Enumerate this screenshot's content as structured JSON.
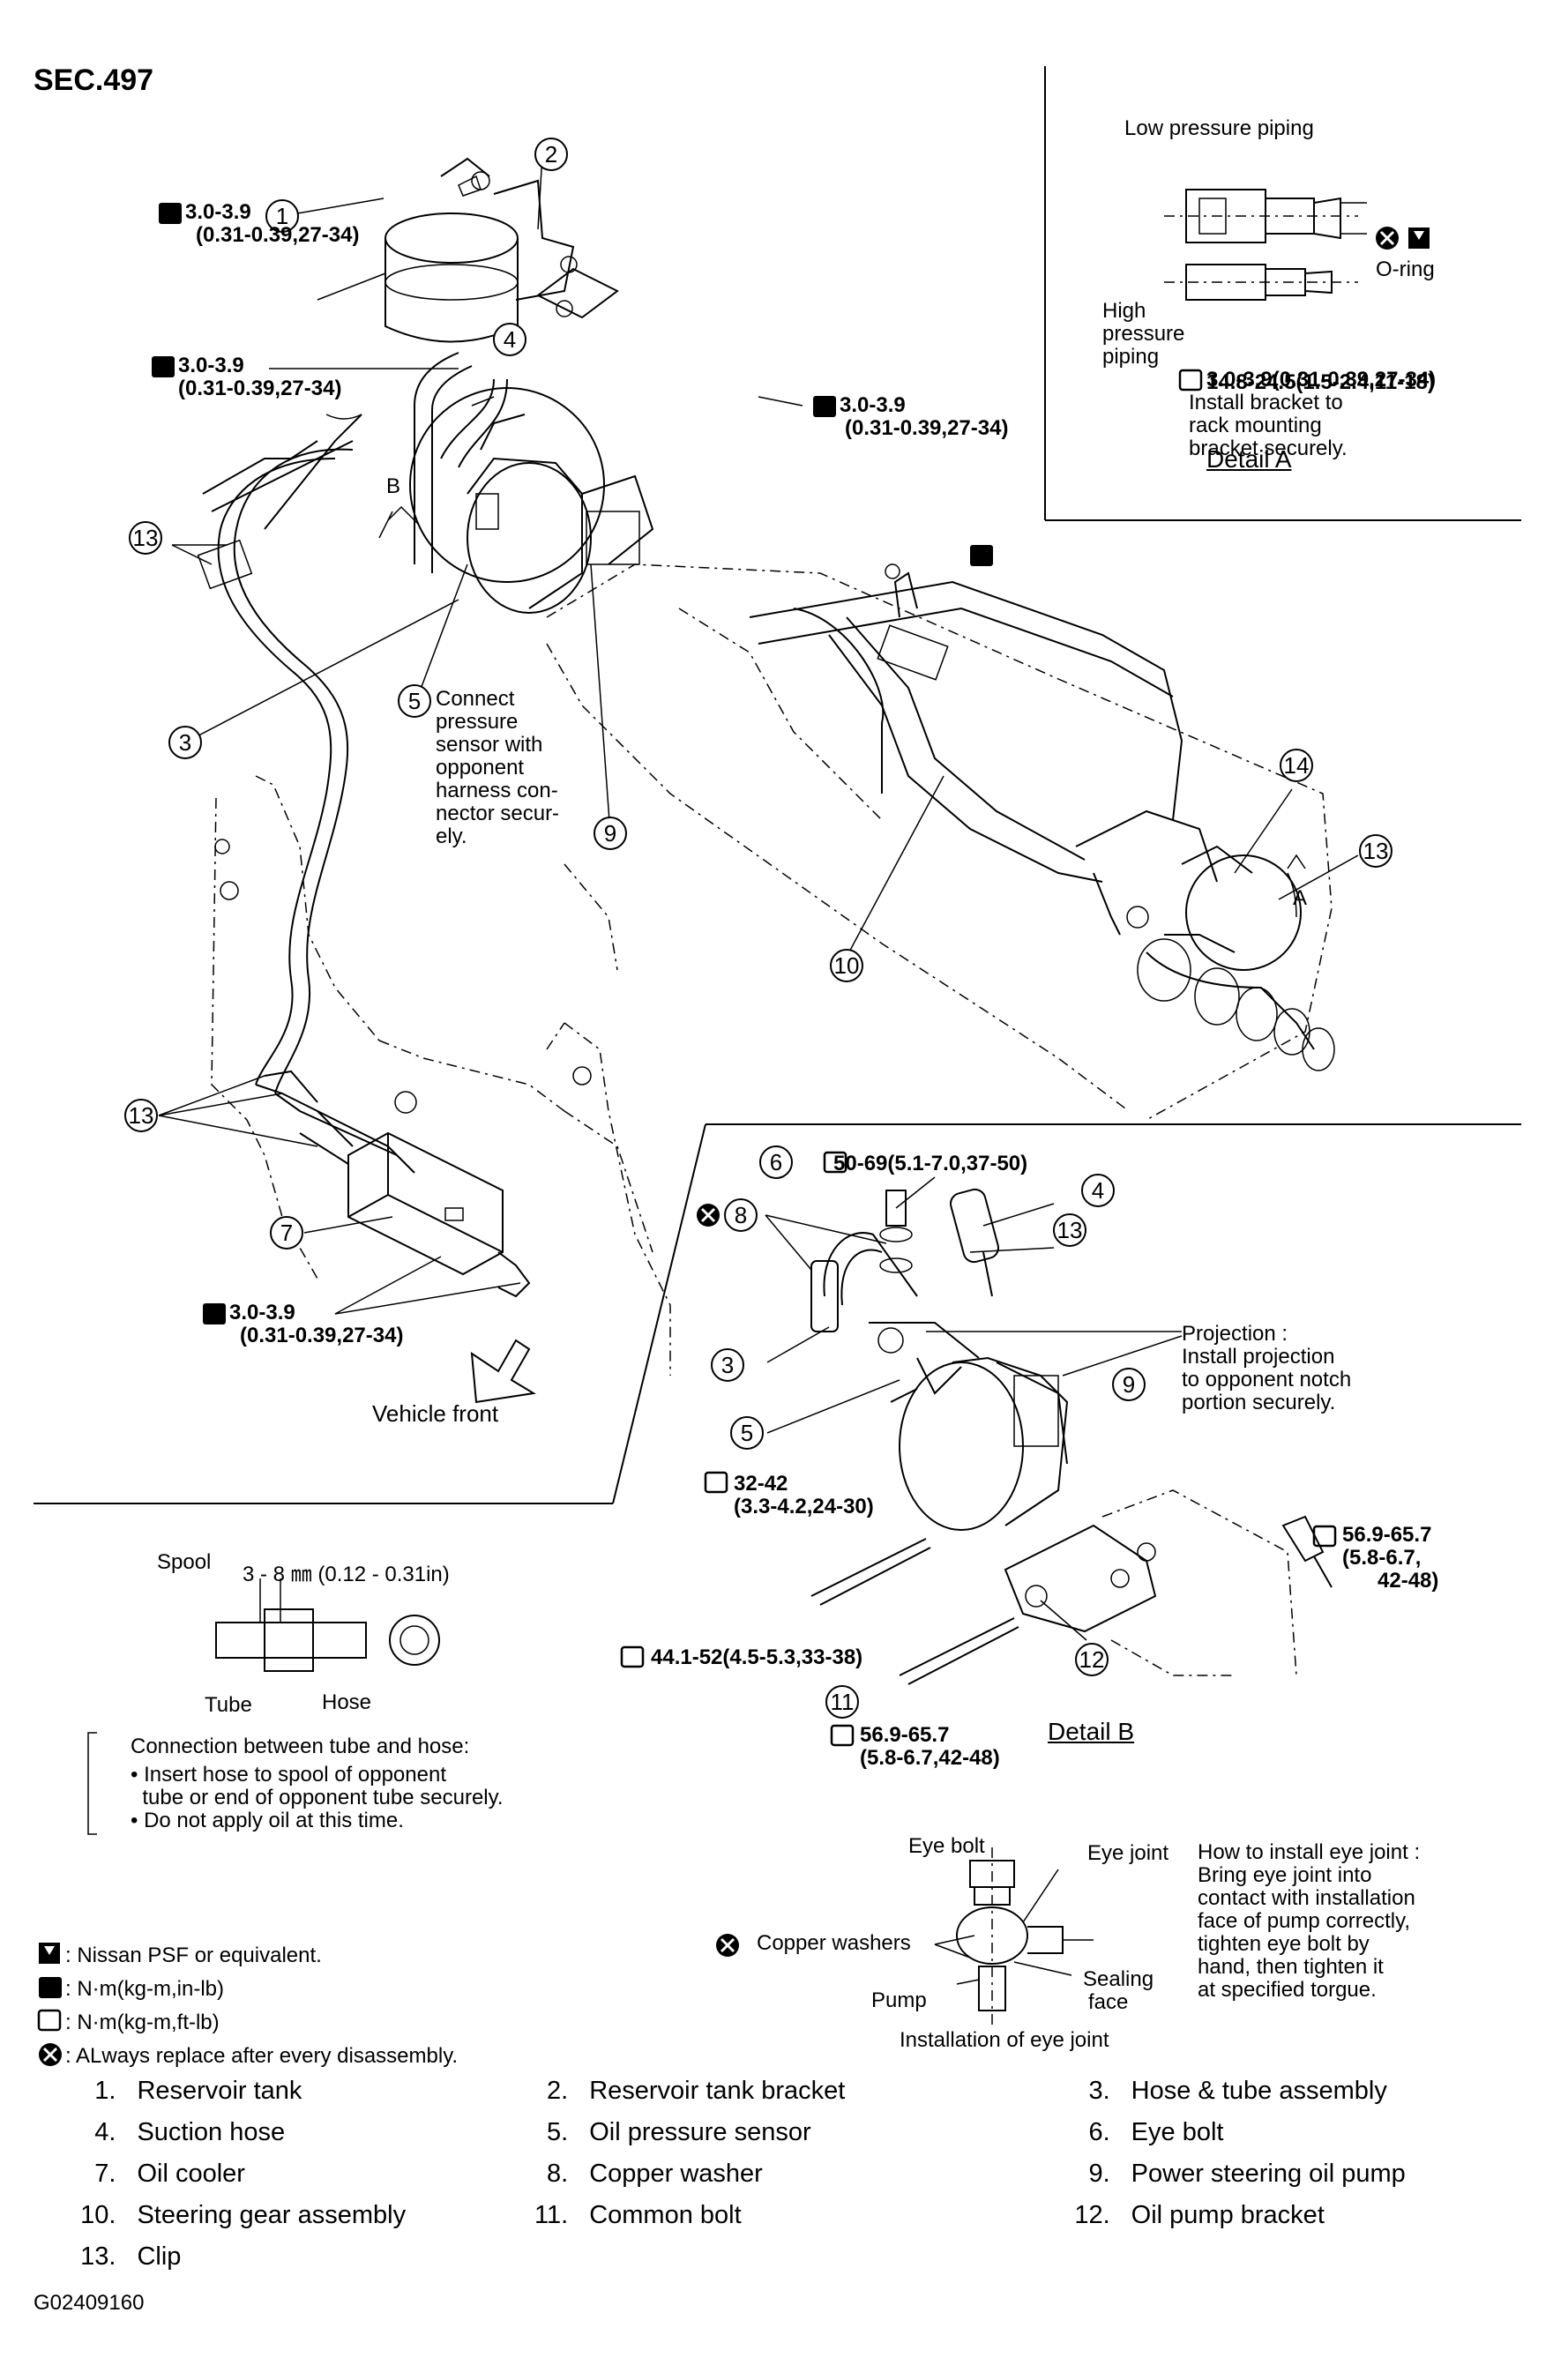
{
  "section": "SEC.497",
  "figure_id": "G02409160",
  "torque_labels": {
    "reservoir_top": [
      "3.0-3.9",
      "(0.31-0.39,27-34)"
    ],
    "reservoir_mid": [
      "3.0-3.9",
      "(0.31-0.39,27-34)"
    ],
    "pump_side": [
      "3.0-3.9",
      "(0.31-0.39,27-34)"
    ],
    "rack_bracket": [
      "3.0-3.9(0.31-0.39,27-34)",
      "Install bracket to",
      "rack mounting",
      "bracket securely."
    ],
    "cooler": [
      "3.0-3.9",
      "(0.31-0.39,27-34)"
    ],
    "eye_bolt": "50-69(5.1-7.0,37-50)",
    "pump_bolt": [
      "32-42",
      "(3.3-4.2,24-30)"
    ],
    "common_bolt": "44.1-52(4.5-5.3,33-38)",
    "bracket_bolt_11": [
      "56.9-65.7",
      "(5.8-6.7,42-48)"
    ],
    "bracket_bolt_right": [
      "56.9-65.7",
      "(5.8-6.7,",
      "42-48)"
    ],
    "high_pressure": "14.8-24.5(1.5-2.4,11-18)"
  },
  "notes": {
    "pressure_sensor": [
      "Connect",
      "pressure",
      "sensor with",
      "opponent",
      "harness con-",
      "nector secur-",
      "ely."
    ],
    "projection": [
      "Projection :",
      "Install projection",
      "to opponent notch",
      "portion securely."
    ],
    "eye_joint_how": [
      "How to install eye joint :",
      "Bring eye joint into",
      "contact with installation",
      "face of pump correctly,",
      "tighten eye bolt by",
      "hand, then tighten it",
      "at specified torgue."
    ],
    "connection_title": "Connection between tube and hose:",
    "connection_items": [
      "• Insert hose to spool of opponent",
      "  tube or end of opponent tube securely.",
      "• Do not apply oil at this time."
    ]
  },
  "detail_a": {
    "title": "Detail A",
    "low_pressure": "Low pressure piping",
    "high_pressure": [
      "High",
      "pressure",
      "piping"
    ],
    "oring": "O-ring"
  },
  "detail_b": {
    "title": "Detail B"
  },
  "spool": {
    "spool": "Spool",
    "dimension": "3 - 8 ㎜ (0.12 - 0.31in)",
    "tube": "Tube",
    "hose": "Hose"
  },
  "eye_joint": {
    "eye_bolt": "Eye bolt",
    "eye_joint": "Eye joint",
    "copper_washers": "Copper washers",
    "pump": "Pump",
    "sealing_face": [
      "Sealing",
      "face"
    ],
    "caption": "Installation of eye joint"
  },
  "vehicle_front": "Vehicle front",
  "letters": {
    "a": "A",
    "b": "B"
  },
  "symbol_legend": [
    ": Nissan PSF or equivalent.",
    ": N·m(kg-m,in-lb)",
    ": N·m(kg-m,ft-lb)",
    ": ALways replace after every disassembly."
  ],
  "parts": [
    {
      "num": "1.",
      "name": "Reservoir tank"
    },
    {
      "num": "2.",
      "name": "Reservoir tank bracket"
    },
    {
      "num": "3.",
      "name": "Hose & tube assembly"
    },
    {
      "num": "4.",
      "name": "Suction hose"
    },
    {
      "num": "5.",
      "name": "Oil pressure sensor"
    },
    {
      "num": "6.",
      "name": "Eye bolt"
    },
    {
      "num": "7.",
      "name": "Oil cooler"
    },
    {
      "num": "8.",
      "name": "Copper washer"
    },
    {
      "num": "9.",
      "name": "Power steering oil pump"
    },
    {
      "num": "10.",
      "name": "Steering gear assembly"
    },
    {
      "num": "11.",
      "name": "Common bolt"
    },
    {
      "num": "12.",
      "name": "Oil pump bracket"
    },
    {
      "num": "13.",
      "name": "Clip"
    }
  ],
  "callouts": [
    "1",
    "2",
    "3",
    "4",
    "5",
    "6",
    "7",
    "8",
    "9",
    "10",
    "11",
    "12",
    "13",
    "14"
  ]
}
